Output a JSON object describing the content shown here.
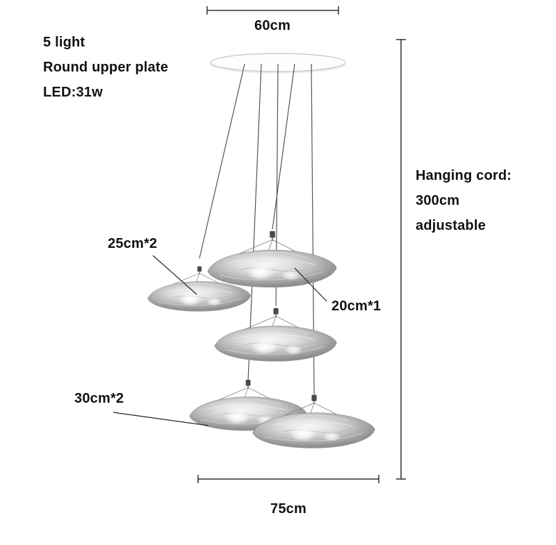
{
  "specs": {
    "light_count": "5 light",
    "plate_type": "Round upper plate",
    "wattage": "LED:31w"
  },
  "dimensions": {
    "top_plate_width": "60cm",
    "bottom_spread_width": "75cm",
    "hanging_cord_label": "Hanging cord:",
    "hanging_cord_length": "300cm",
    "hanging_cord_note": "adjustable"
  },
  "lamp_labels": {
    "size_25": "25cm*2",
    "size_20": "20cm*1",
    "size_30": "30cm*2"
  },
  "colors": {
    "text": "#111111",
    "dimension_line": "#2f2f2f",
    "cord": "#555555",
    "plate_stroke": "#cccccc",
    "background": "#ffffff"
  }
}
